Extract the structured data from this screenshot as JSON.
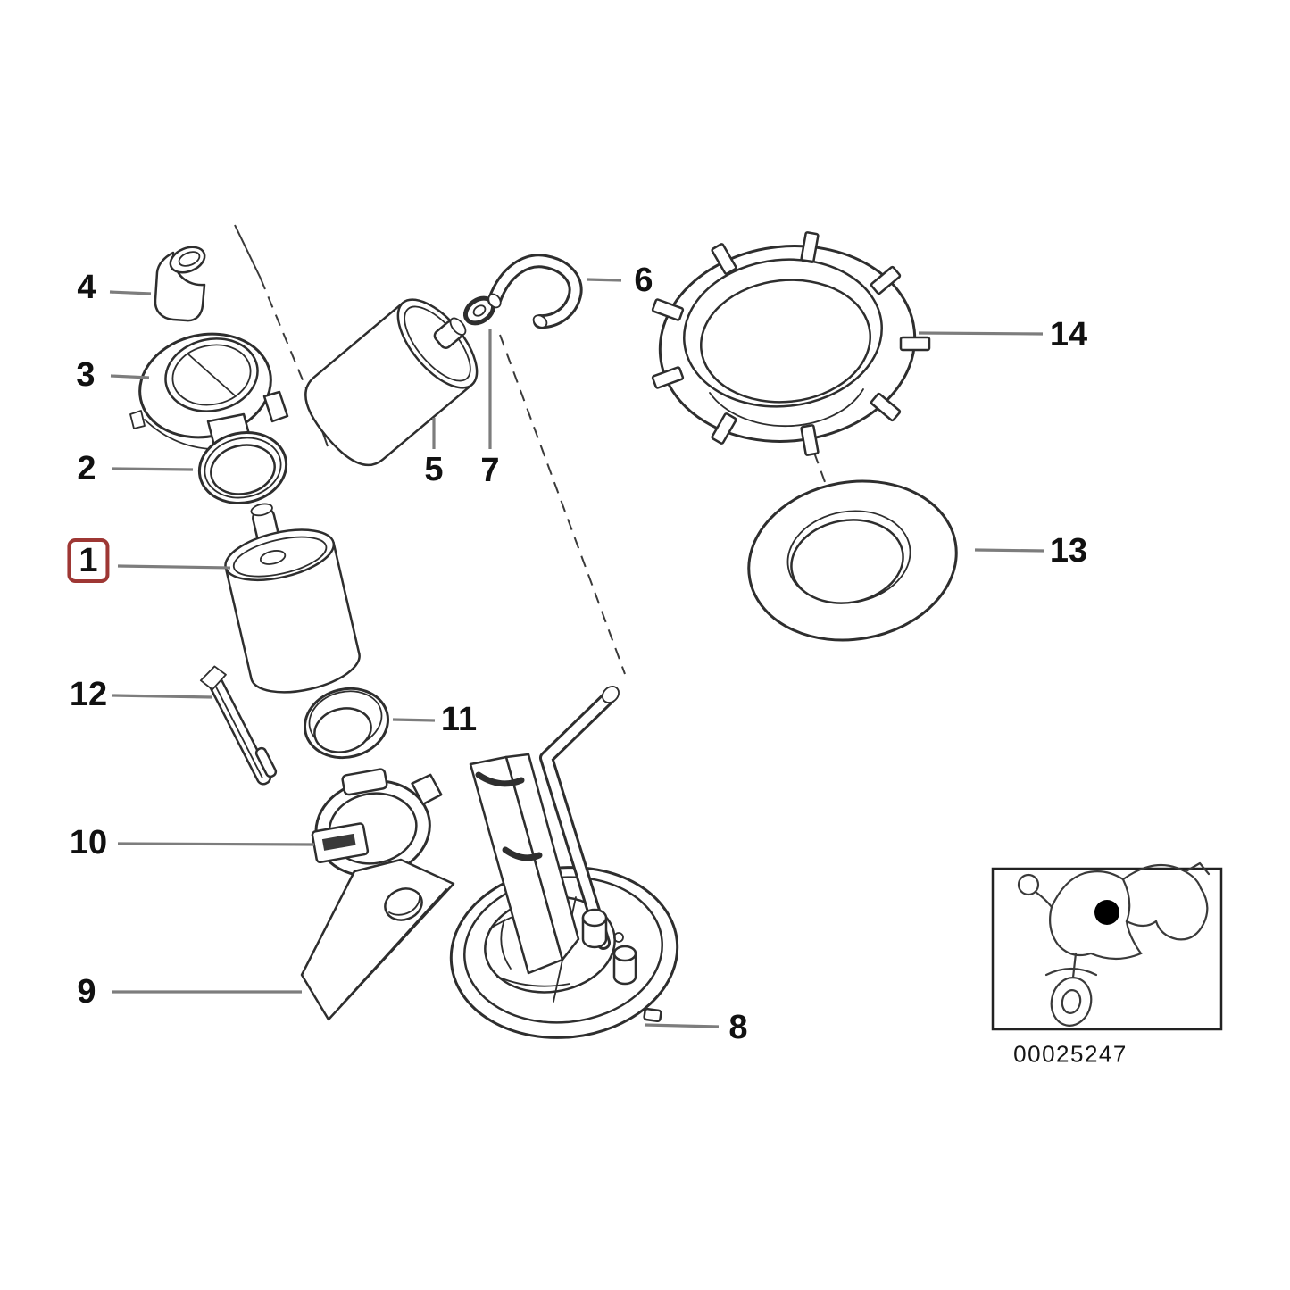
{
  "diagram": {
    "type": "exploded-parts-diagram",
    "colors": {
      "background": "#ffffff",
      "line": "#2e2e2e",
      "leader": "#7d7d7d",
      "highlight_box": "#9e3734",
      "text": "#111111"
    },
    "selected_callout": "1",
    "callouts": {
      "c1": {
        "label": "1",
        "selected": true
      },
      "c2": {
        "label": "2",
        "selected": false
      },
      "c3": {
        "label": "3",
        "selected": false
      },
      "c4": {
        "label": "4",
        "selected": false
      },
      "c5": {
        "label": "5",
        "selected": false
      },
      "c6": {
        "label": "6",
        "selected": false
      },
      "c7": {
        "label": "7",
        "selected": false
      },
      "c8": {
        "label": "8",
        "selected": false
      },
      "c9": {
        "label": "9",
        "selected": false
      },
      "c10": {
        "label": "10",
        "selected": false
      },
      "c11": {
        "label": "11",
        "selected": false
      },
      "c12": {
        "label": "12",
        "selected": false
      },
      "c13": {
        "label": "13",
        "selected": false
      },
      "c14": {
        "label": "14",
        "selected": false
      }
    },
    "thumbnail": {
      "code": "00025247"
    }
  }
}
